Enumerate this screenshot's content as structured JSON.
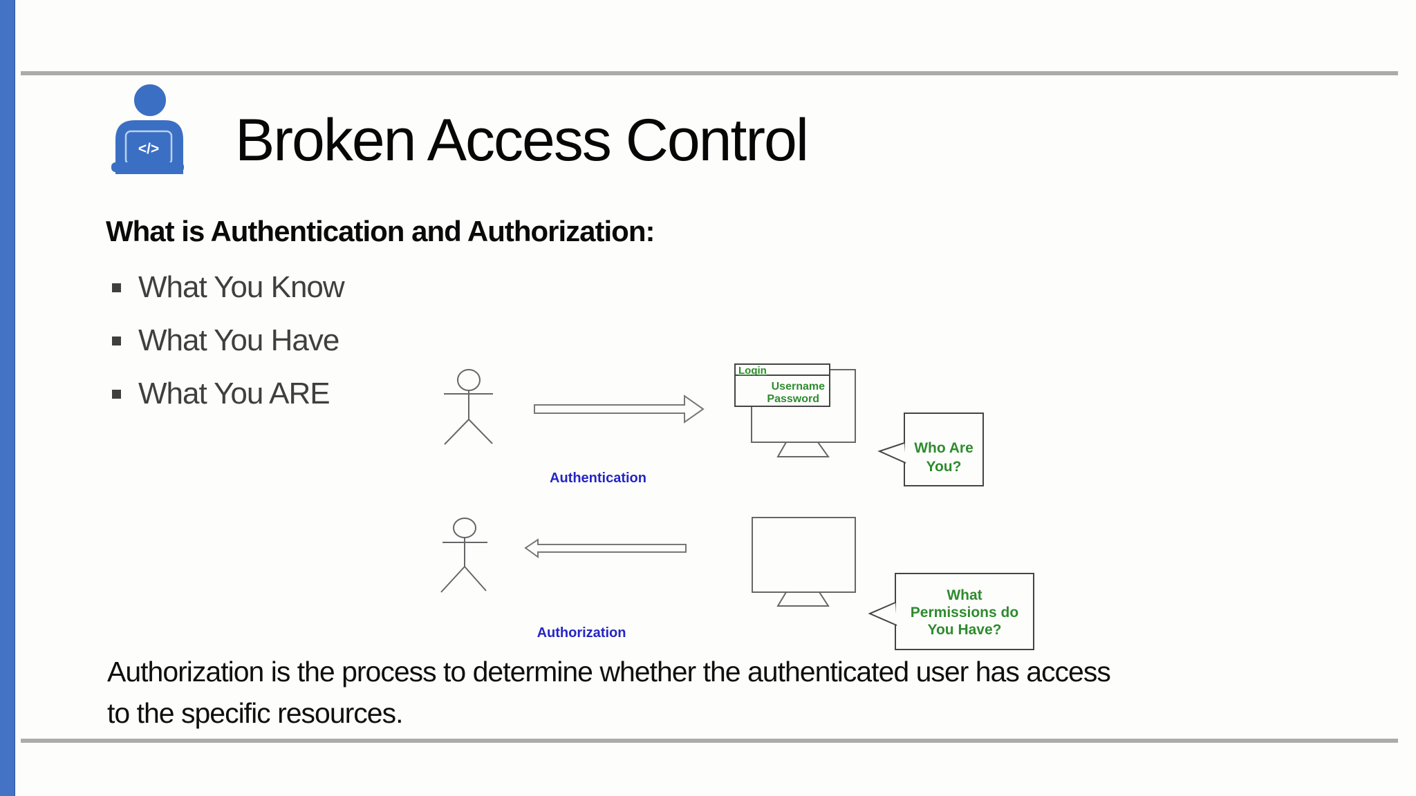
{
  "slide": {
    "title": "Broken Access Control",
    "icon_glyph": "</>",
    "heading": "What is Authentication and Authorization:",
    "bullets": [
      "What You Know",
      "What You Have",
      "What You ARE"
    ],
    "paragraph": {
      "line1": "Authorization is the process to determine whether the authenticated user has access",
      "line2": "to the specific resources."
    }
  },
  "diagram": {
    "authentication_label": "Authentication",
    "authorization_label": "Authorization",
    "login_window": {
      "title": "Login",
      "field1": "Username",
      "field2": "Password"
    },
    "who_bubble": {
      "line1": "Who Are",
      "line2": "You?"
    },
    "permissions_bubble": {
      "line1": "What",
      "line2": "Permissions do",
      "line3": "You Have?"
    }
  },
  "colors": {
    "accent_bar": "#4472C4",
    "icon_blue": "#3B6FC3",
    "flow_label_blue": "#2525C4",
    "diagram_green": "#2E8B2E",
    "divider_gray": "#ABABAB"
  }
}
